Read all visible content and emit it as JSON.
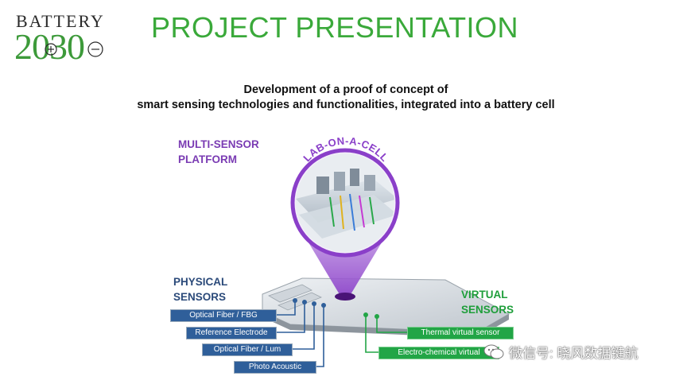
{
  "logo": {
    "top_text": "BATTERY",
    "number_text": "2030",
    "colors": {
      "text": "#2a2a2a",
      "accent": "#3d9a3a"
    }
  },
  "title": "PROJECT PRESENTATION",
  "subtitle": {
    "line1": "Development of a proof of concept of",
    "line2": "smart sensing technologies and functionalities, integrated into a battery cell"
  },
  "diagram": {
    "lab_label": "LAB-ON-A-CELL",
    "multi_sensor": {
      "line1": "MULTI-SENSOR",
      "line2": "PLATFORM"
    },
    "physical": {
      "line1": "PHYSICAL",
      "line2": "SENSORS",
      "items": [
        "Optical Fiber / FBG",
        "Reference  Electrode",
        "Optical Fiber / Lum",
        "Photo Acoustic"
      ]
    },
    "virtual": {
      "line1": "VIRTUAL",
      "line2": "SENSORS",
      "items": [
        "Thermal virtual sensor",
        "Electro-chemical virtual"
      ]
    },
    "colors": {
      "purple": "#7a3bb3",
      "blue": "#2f5f9a",
      "green": "#22a546",
      "title_green": "#3aa93a"
    }
  },
  "watermark": {
    "text": "微信号: 晓风数据键航"
  }
}
